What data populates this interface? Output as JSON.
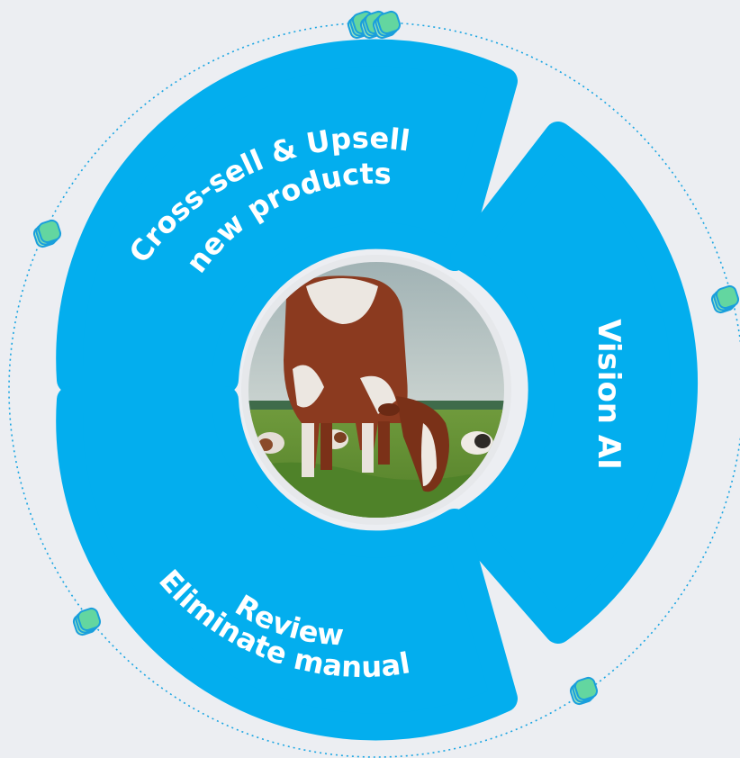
{
  "diagram": {
    "segments": [
      {
        "id": "upsell",
        "line1": "Cross-sell & Upsell",
        "line2": "new products"
      },
      {
        "id": "vision",
        "line1": "Vision AI"
      },
      {
        "id": "review",
        "line1": "Eliminate manual",
        "line2": "Review"
      }
    ],
    "center_image": "grazing-cow-photo",
    "colors": {
      "segment_fill": "#03aeee",
      "background": "#eceef2",
      "ring_dots": "#1aa5e2",
      "gem_fill": "#63d6a0",
      "gem_stroke": "#1a9fdc"
    },
    "icons": [
      "gem-stack-icon"
    ]
  }
}
